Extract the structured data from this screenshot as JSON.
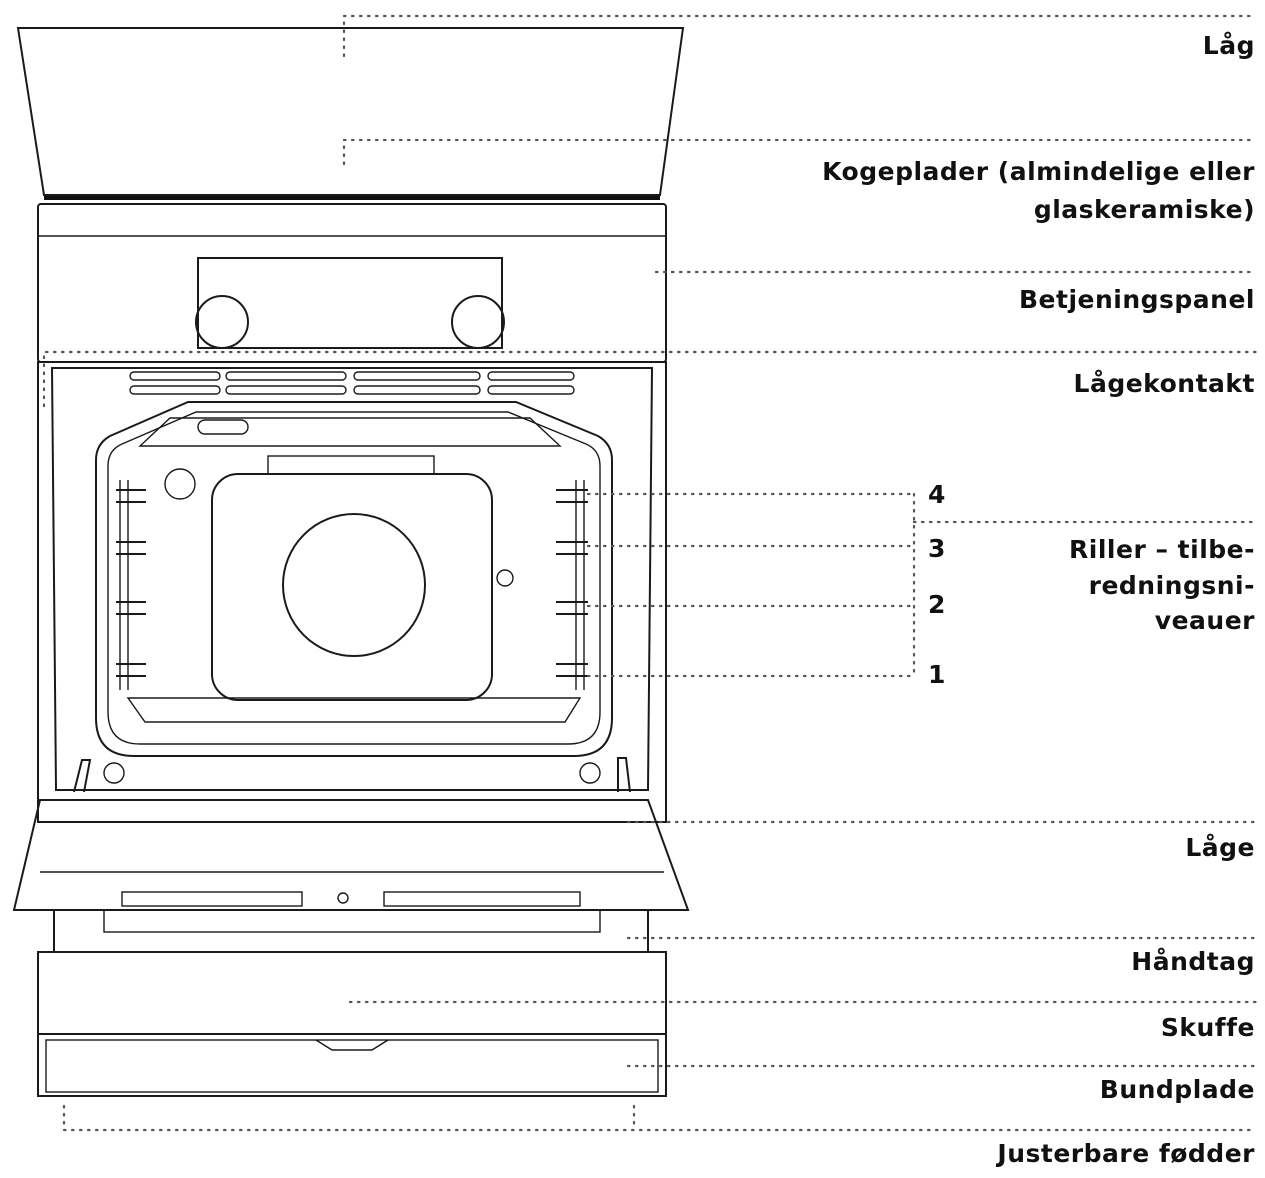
{
  "labels": {
    "lid": "Låg",
    "hob_line1": "Kogeplader (almindelige eller",
    "hob_line2": "glaskeramiske)",
    "control_panel": "Betjeningspanel",
    "door_switch": "Lågekontakt",
    "shelves_line1": "Riller – tilbe-",
    "shelves_line2": "redningsni-",
    "shelves_line3": "veauer",
    "door": "Låge",
    "handle": "Håndtag",
    "drawer": "Skuffe",
    "base_plate": "Bundplade",
    "feet": "Justerbare fødder"
  },
  "shelf_levels": [
    "4",
    "3",
    "2",
    "1"
  ]
}
